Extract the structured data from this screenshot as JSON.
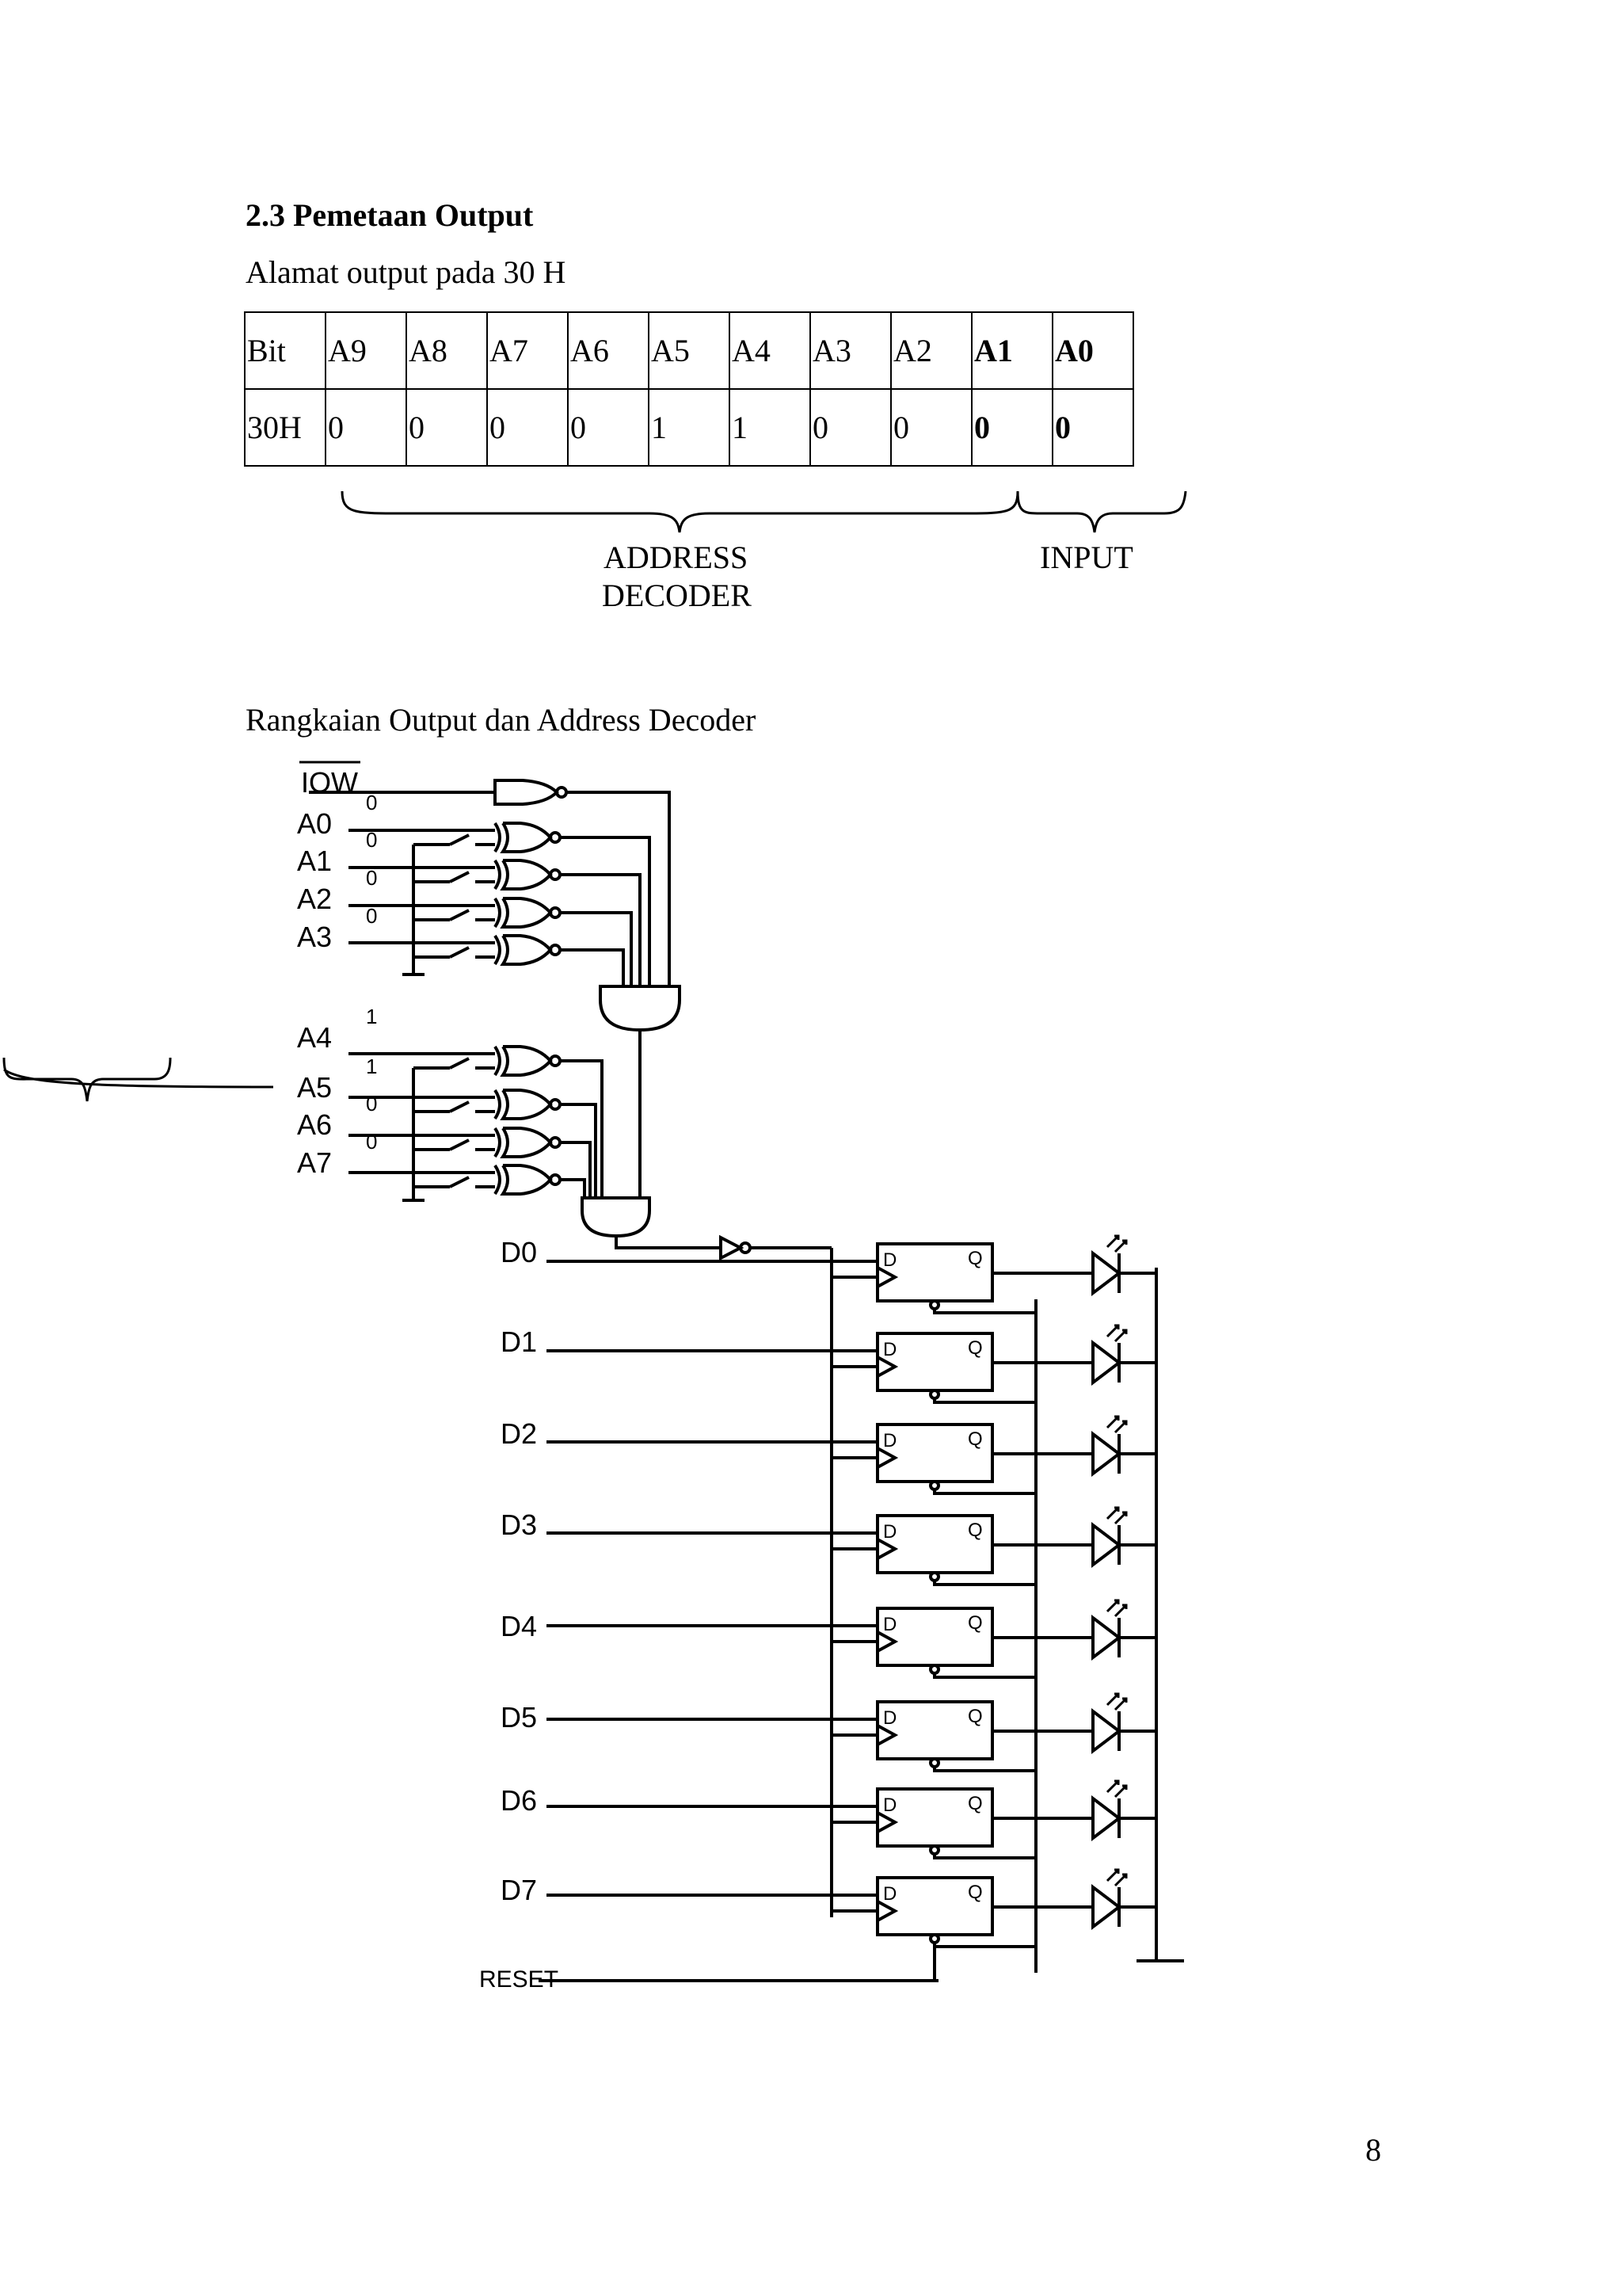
{
  "section_title": "2.3 Pemetaan Output",
  "address_subtitle": "Alamat output pada 30 H",
  "table": {
    "rows": [
      [
        "Bit",
        "A9",
        "A8",
        "A7",
        "A6",
        "A5",
        "A4",
        "A3",
        "A2",
        "A1",
        "A0"
      ],
      [
        "30H",
        "0",
        "0",
        "0",
        "0",
        "1",
        "1",
        "0",
        "0",
        "0",
        "0"
      ]
    ],
    "bold_columns": [
      9,
      10
    ]
  },
  "brace_labels": {
    "address_line1": "ADDRESS",
    "address_line2": "DECODER",
    "input": "INPUT"
  },
  "circuit_subtitle": "Rangkaian Output dan Address Decoder",
  "circuit": {
    "iow_label": "IOW",
    "address_lines": [
      {
        "name": "A0",
        "value": "0"
      },
      {
        "name": "A1",
        "value": "0"
      },
      {
        "name": "A2",
        "value": "0"
      },
      {
        "name": "A3",
        "value": "0"
      },
      {
        "name": "A4",
        "value": "1"
      },
      {
        "name": "A5",
        "value": "1"
      },
      {
        "name": "A6",
        "value": "0"
      },
      {
        "name": "A7",
        "value": "0"
      }
    ],
    "data_lines": [
      "D0",
      "D1",
      "D2",
      "D3",
      "D4",
      "D5",
      "D6",
      "D7"
    ],
    "flipflop_d": "D",
    "flipflop_q": "Q",
    "reset_label": "RESET"
  },
  "page_number": "8"
}
